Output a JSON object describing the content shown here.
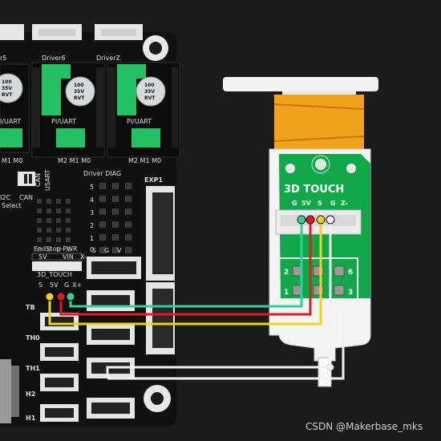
{
  "board": {
    "driver_labels": [
      "r5",
      "Driver6",
      "DriverZ"
    ],
    "cap_labels": [
      "100",
      "35V",
      "RVT"
    ],
    "spi_uart": [
      "I/UART",
      "PI/UART",
      "PI/UART"
    ],
    "pin_label_left": "M1 M0",
    "pin_label_mid": "M2 M1 M0",
    "pin_label_right": "M2 M1 M0",
    "driver_diag": "Driver DIAG",
    "exp1": "EXP1",
    "mode_i2c": "I2C",
    "mode_can_left": "CAN",
    "mode_can_right": "CAN",
    "mode_usart": "USART",
    "select_label": "Select",
    "endstop_pwr": "EndStop-PWR",
    "v5": "5V",
    "vin": "VIN",
    "touch_label": "3D_TOUCH",
    "touch_pins": [
      "S",
      "5V",
      "G"
    ],
    "x_plus": "X+",
    "x_minus": "X-",
    "sgv": [
      "S",
      "G",
      "V"
    ],
    "tb": "TB",
    "th0": "TH0",
    "th1": "TH1",
    "h2": "H2",
    "h1": "H1",
    "diag_nums": [
      "5",
      "4",
      "3",
      "2",
      "1",
      "0"
    ]
  },
  "probe": {
    "title": "3D TOUCH",
    "pins": [
      "G",
      "5V",
      "S",
      "G",
      "Z-"
    ],
    "pad_numbers": [
      "2",
      "1",
      "6",
      "3"
    ]
  },
  "wires": [
    {
      "name": "green",
      "color": "#2fd39a"
    },
    {
      "name": "red",
      "color": "#e01b1b"
    },
    {
      "name": "yellow",
      "color": "#f3d21a"
    },
    {
      "name": "white-1",
      "color": "#f2f2f2"
    },
    {
      "name": "white-2",
      "color": "#f2f2f2"
    }
  ],
  "watermark": "CSDN @Makerbase_mks"
}
